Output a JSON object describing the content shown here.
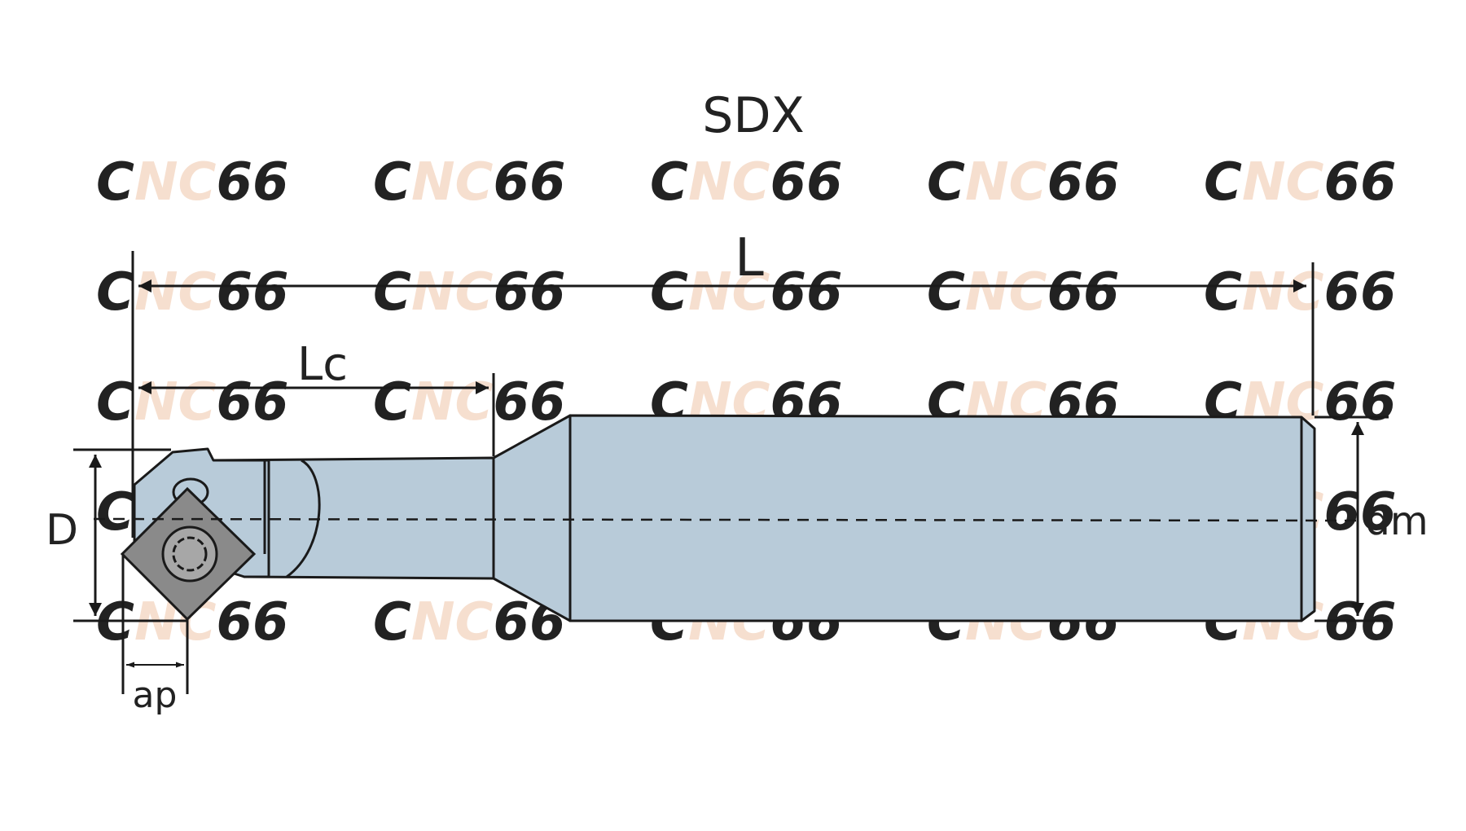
{
  "title": "SDX",
  "labels": {
    "overall_length": "L",
    "cutting_length": "Lc",
    "cutting_diameter": "D",
    "shank_diameter": "dm",
    "depth_of_cut": "ap"
  },
  "watermark": {
    "text": "CNC66"
  },
  "colors": {
    "body_fill": "#b8cbd9",
    "insert_fill": "#8a8a8a",
    "line": "#1a1a1a",
    "watermark_gray": "#e6e6e6",
    "watermark_accent": "#f6dfcf"
  }
}
